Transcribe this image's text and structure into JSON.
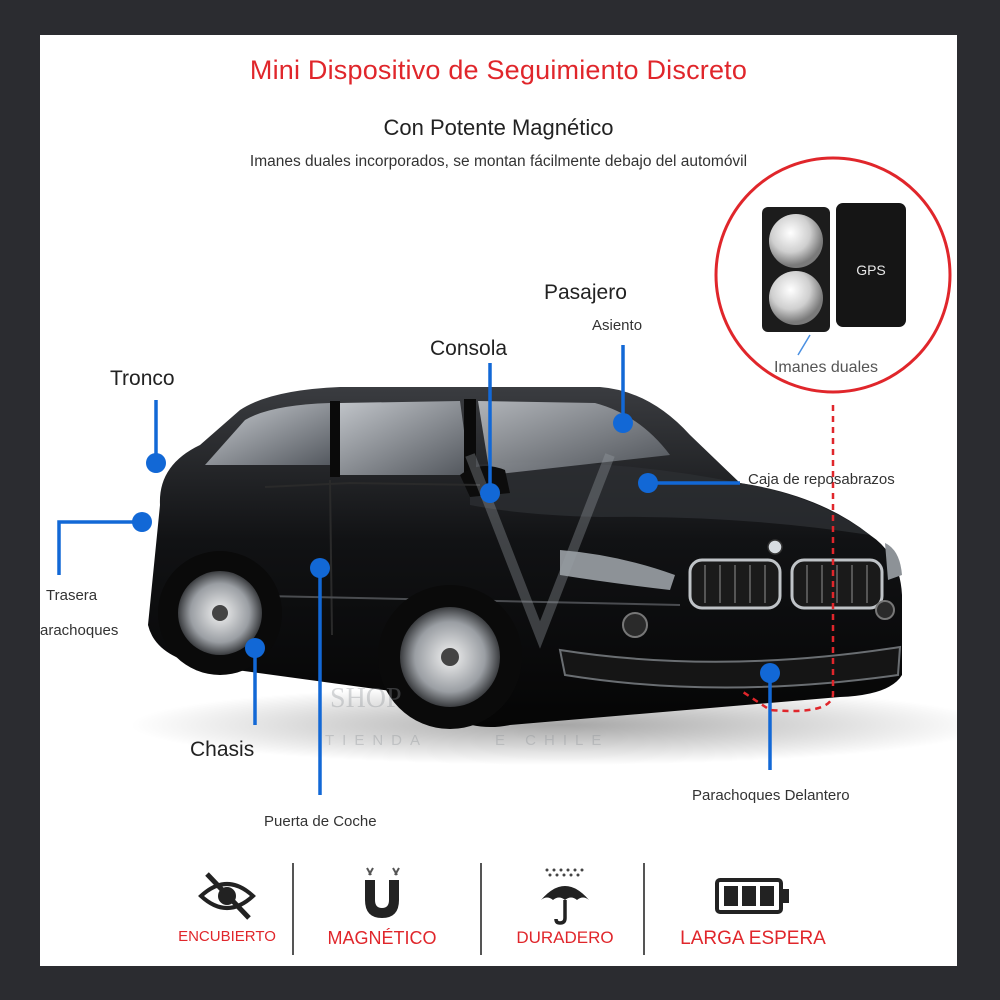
{
  "title": "Mini Dispositivo de Seguimiento Discreto",
  "subtitle": "Con Potente Magnético",
  "description": "Imanes duales incorporados, se montan fácilmente debajo del automóvil",
  "callouts": {
    "trunk": "Tronco",
    "console": "Consola",
    "passenger": "Pasajero",
    "seat": "Asiento",
    "armrest_box": "Caja de reposabrazos",
    "rear_bumper_line1": "Trasera",
    "rear_bumper_line2": "arachoques",
    "chassis": "Chasis",
    "car_door": "Puerta de Coche",
    "front_bumper": "Parachoques Delantero"
  },
  "device": {
    "gps_label": "GPS",
    "magnets_label": "Imanes duales"
  },
  "watermark": {
    "line1": "SHOP",
    "line2": "TIENDA",
    "line3": "E CHILE"
  },
  "features": [
    {
      "label": "ENCUBIERTO",
      "icon": "eye-slash-icon"
    },
    {
      "label": "MAGNÉTICO",
      "icon": "magnet-icon"
    },
    {
      "label": "DURADERO",
      "icon": "umbrella-icon"
    },
    {
      "label": "LARGA ESPERA",
      "icon": "battery-icon"
    }
  ],
  "colors": {
    "accent_red": "#e0262b",
    "callout_blue": "#1268d6",
    "background": "#2b2c30"
  }
}
